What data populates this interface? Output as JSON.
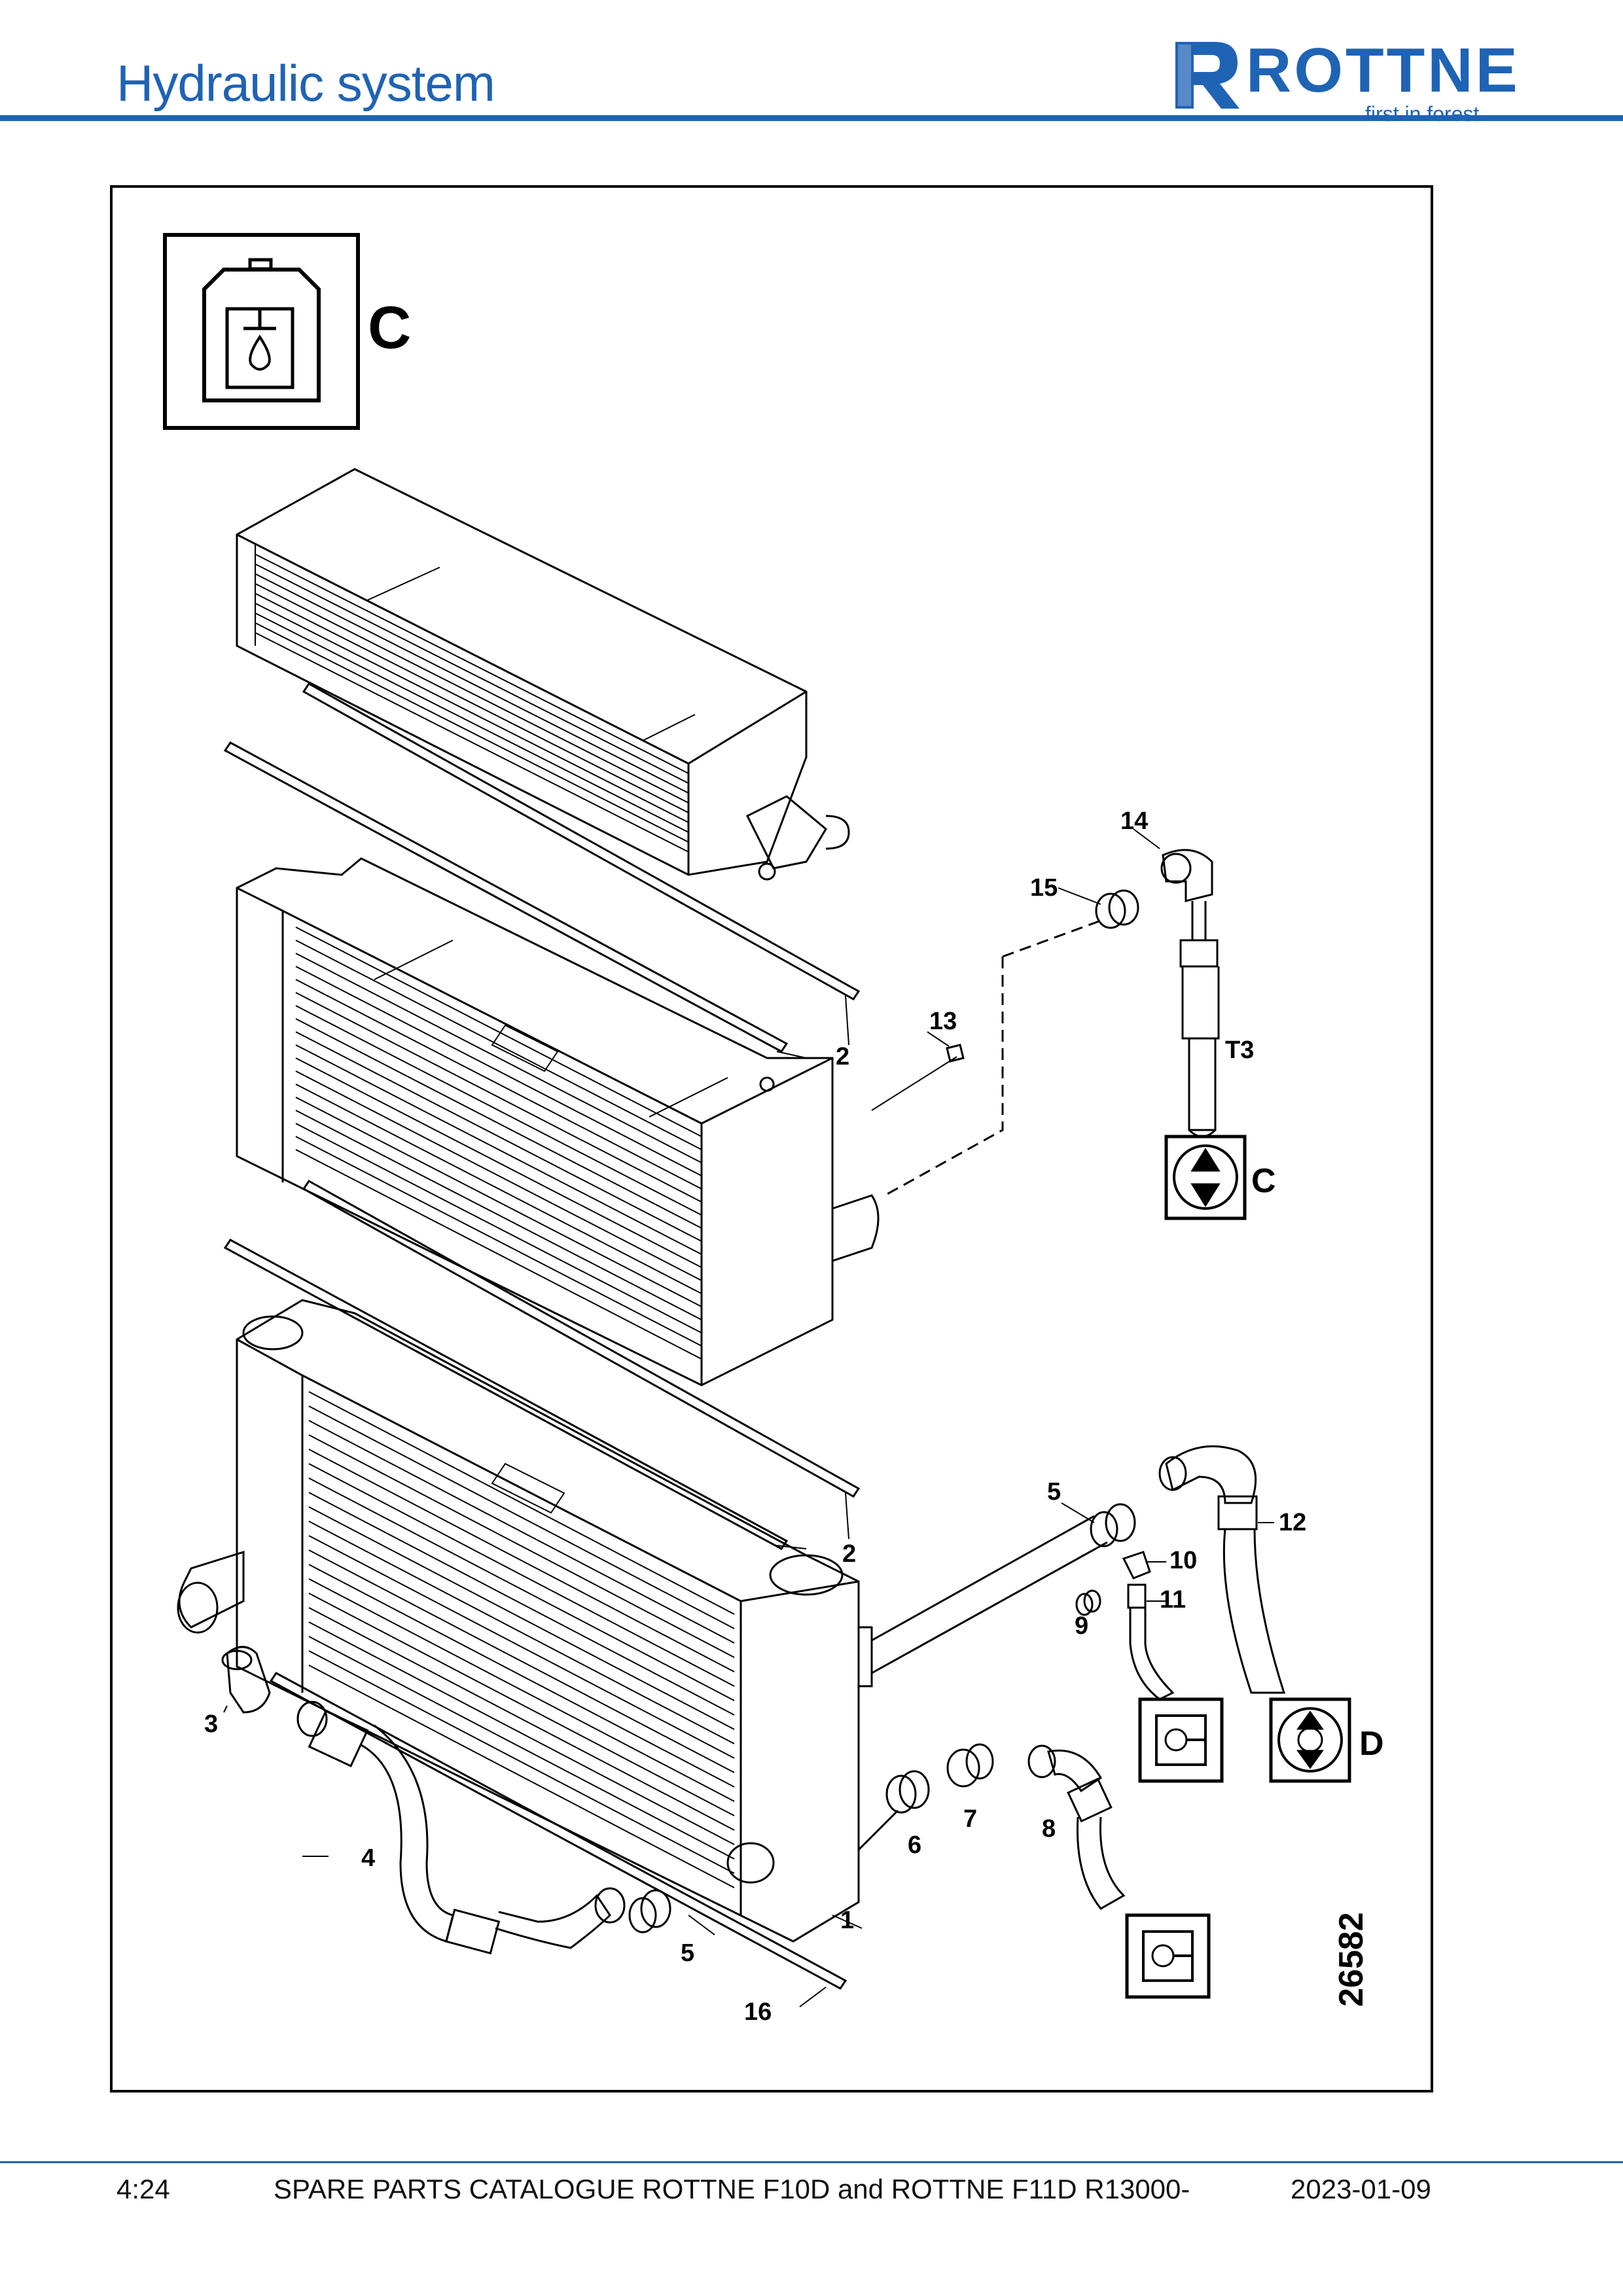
{
  "header": {
    "title": "Hydraulic system",
    "logo_word": "ROTTNE",
    "logo_tagline": "first in forest",
    "brand_color": "#1f63b5"
  },
  "drawing": {
    "section_letter": "C",
    "drawing_number": "26582",
    "symbol_icon": "hydraulic-oil-tank-icon",
    "callouts": {
      "c1": "1",
      "c2a": "2",
      "c2b": "2",
      "c3": "3",
      "c4": "4",
      "c5a": "5",
      "c5b": "5",
      "c6": "6",
      "c7": "7",
      "c8": "8",
      "c9": "9",
      "c10": "10",
      "c11": "11",
      "c12": "12",
      "c13": "13",
      "c14": "14",
      "c15": "15",
      "c16": "16",
      "t3": "T3"
    },
    "connection_c": "C",
    "connection_d": "D"
  },
  "footer": {
    "page": "4:24",
    "catalogue": "SPARE PARTS CATALOGUE ROTTNE F10D and ROTTNE F11D R13000-",
    "date": "2023-01-09"
  }
}
